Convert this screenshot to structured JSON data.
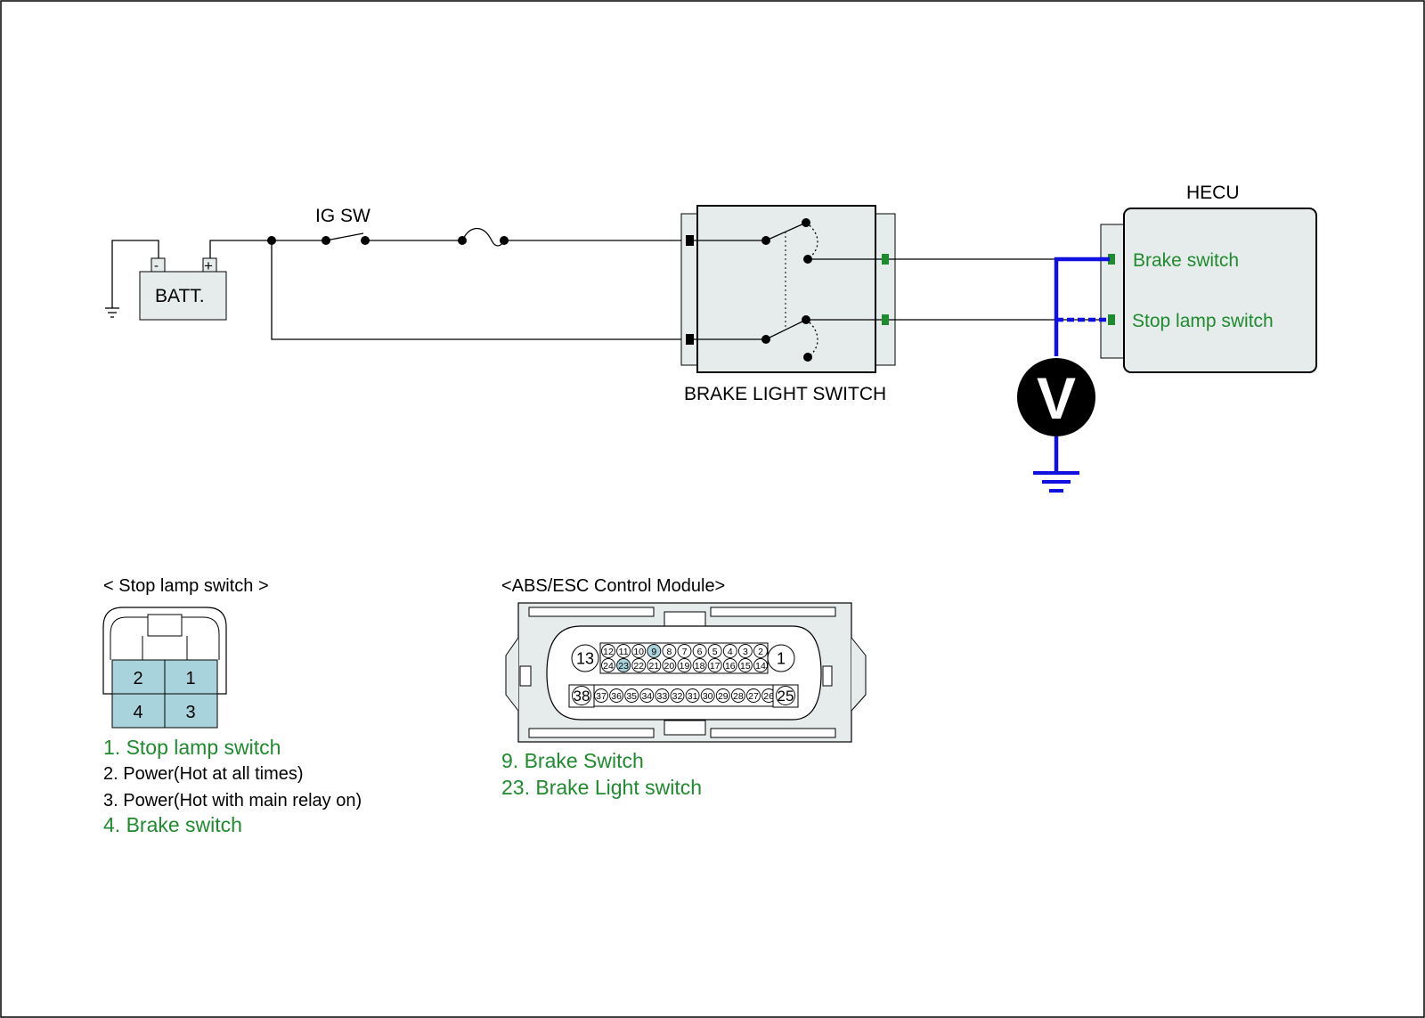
{
  "labels": {
    "ig_sw": "IG SW",
    "batt": "BATT.",
    "batt_minus": "-",
    "batt_plus": "+",
    "brake_light_switch": "BRAKE LIGHT SWITCH",
    "hecu": "HECU",
    "hecu_brake_switch": "Brake switch",
    "hecu_stop_lamp_switch": "Stop lamp switch",
    "meter": "V"
  },
  "stop_lamp_connector": {
    "title": "< Stop lamp switch >",
    "pins": [
      "2",
      "1",
      "4",
      "3"
    ],
    "legend": [
      {
        "text": "1. Stop lamp switch",
        "color": "#1f8a2e"
      },
      {
        "text": "2. Power(Hot at all times)",
        "color": "#000000"
      },
      {
        "text": "3. Power(Hot with main relay on)",
        "color": "#000000"
      },
      {
        "text": "4. Brake switch",
        "color": "#1f8a2e"
      }
    ]
  },
  "abs_connector": {
    "title": "<ABS/ESC Control Module>",
    "big_pins": [
      "13",
      "1",
      "38",
      "25"
    ],
    "row1": [
      "12",
      "11",
      "10",
      "9",
      "8",
      "7",
      "6",
      "5",
      "4",
      "3",
      "2"
    ],
    "row2": [
      "24",
      "23",
      "22",
      "21",
      "20",
      "19",
      "18",
      "17",
      "16",
      "15",
      "14"
    ],
    "row3": [
      "37",
      "36",
      "35",
      "34",
      "33",
      "32",
      "31",
      "30",
      "29",
      "28",
      "27",
      "26"
    ],
    "highlighted_pins": [
      "9",
      "23"
    ],
    "legend": [
      {
        "text": "9. Brake Switch",
        "color": "#1f8a2e"
      },
      {
        "text": "23. Brake Light switch",
        "color": "#1f8a2e"
      }
    ]
  },
  "colors": {
    "wire": "#000000",
    "probe": "#1010e0",
    "pin_highlight": "#a9d3dc",
    "label_green": "#1f8a2e",
    "component_fill": "#e6ecec"
  }
}
